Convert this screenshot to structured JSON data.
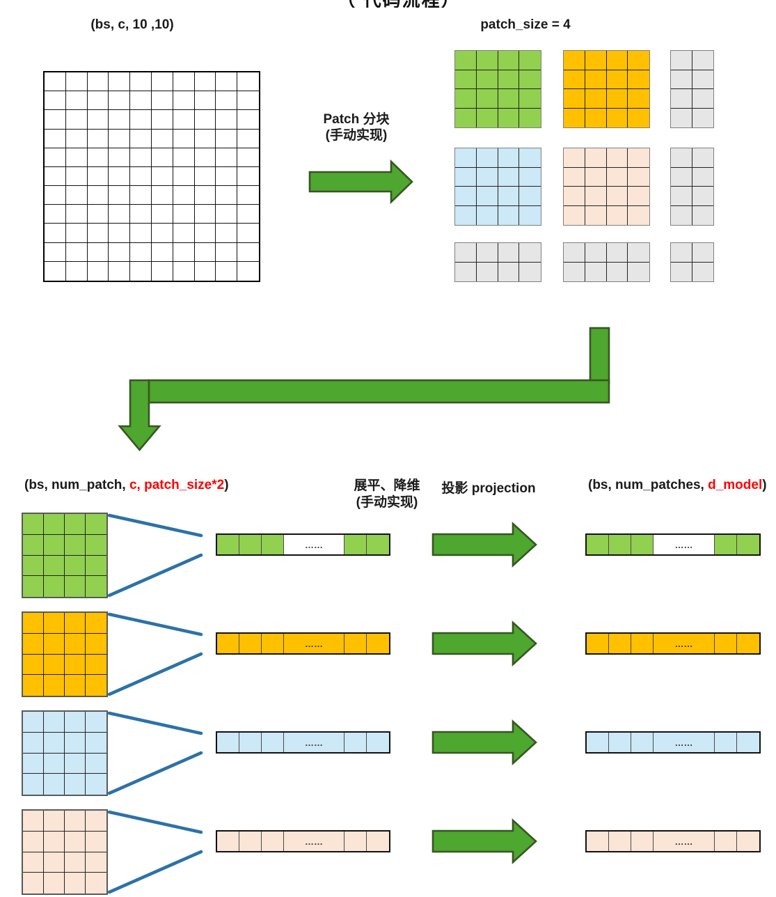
{
  "title_clipped": "（ 代码流程）",
  "colors": {
    "green": "#92D050",
    "orange": "#FFC000",
    "blue": "#CDE8F7",
    "pink": "#FBE5D6",
    "gray": "#E7E6E6",
    "arrow_fill": "#4EA72E",
    "arrow_stroke": "#375623",
    "line_blue": "#2B72A8",
    "red_text": "#FF0000"
  },
  "input": {
    "shape_label": "(bs, c, 10 ,10)",
    "grid_rows": 11,
    "grid_cols": 10
  },
  "patch_step": {
    "arrow_label_line1": "Patch 分块",
    "arrow_label_line2": "(手动实现)",
    "patch_size_label": "patch_size = 4"
  },
  "patch_grid": {
    "patches": [
      {
        "color": "green",
        "rows": 4,
        "cols": 4
      },
      {
        "color": "orange",
        "rows": 4,
        "cols": 4
      },
      {
        "color": "gray",
        "rows": 4,
        "cols": 2
      },
      {
        "color": "blue",
        "rows": 4,
        "cols": 4
      },
      {
        "color": "pink",
        "rows": 4,
        "cols": 4
      },
      {
        "color": "gray",
        "rows": 4,
        "cols": 2
      },
      {
        "color": "gray",
        "rows": 2,
        "cols": 4
      },
      {
        "color": "gray",
        "rows": 2,
        "cols": 4
      },
      {
        "color": "gray",
        "rows": 2,
        "cols": 2
      }
    ]
  },
  "flatten_section": {
    "input_shape": {
      "black1": "(bs, num_patch, ",
      "red": "c, patch_size*2",
      "black2": ")"
    },
    "flatten_label_line1": "展平、降维",
    "flatten_label_line2": "(手动实现)",
    "projection_label": "投影 projection",
    "output_shape": {
      "black1": "(bs, num_patches, ",
      "red": "d_model",
      "black2": ")"
    },
    "ellipsis": "……",
    "strip_left_cells": 3,
    "strip_right_cells": 2,
    "matrix_rows": 4,
    "matrix_cols": 4,
    "rows": [
      {
        "name": "green",
        "color": "#92D050",
        "gap_filled": false
      },
      {
        "name": "orange",
        "color": "#FFC000",
        "gap_filled": true
      },
      {
        "name": "blue",
        "color": "#CDE8F7",
        "gap_filled": true
      },
      {
        "name": "pink",
        "color": "#FBE5D6",
        "gap_filled": true
      }
    ]
  }
}
